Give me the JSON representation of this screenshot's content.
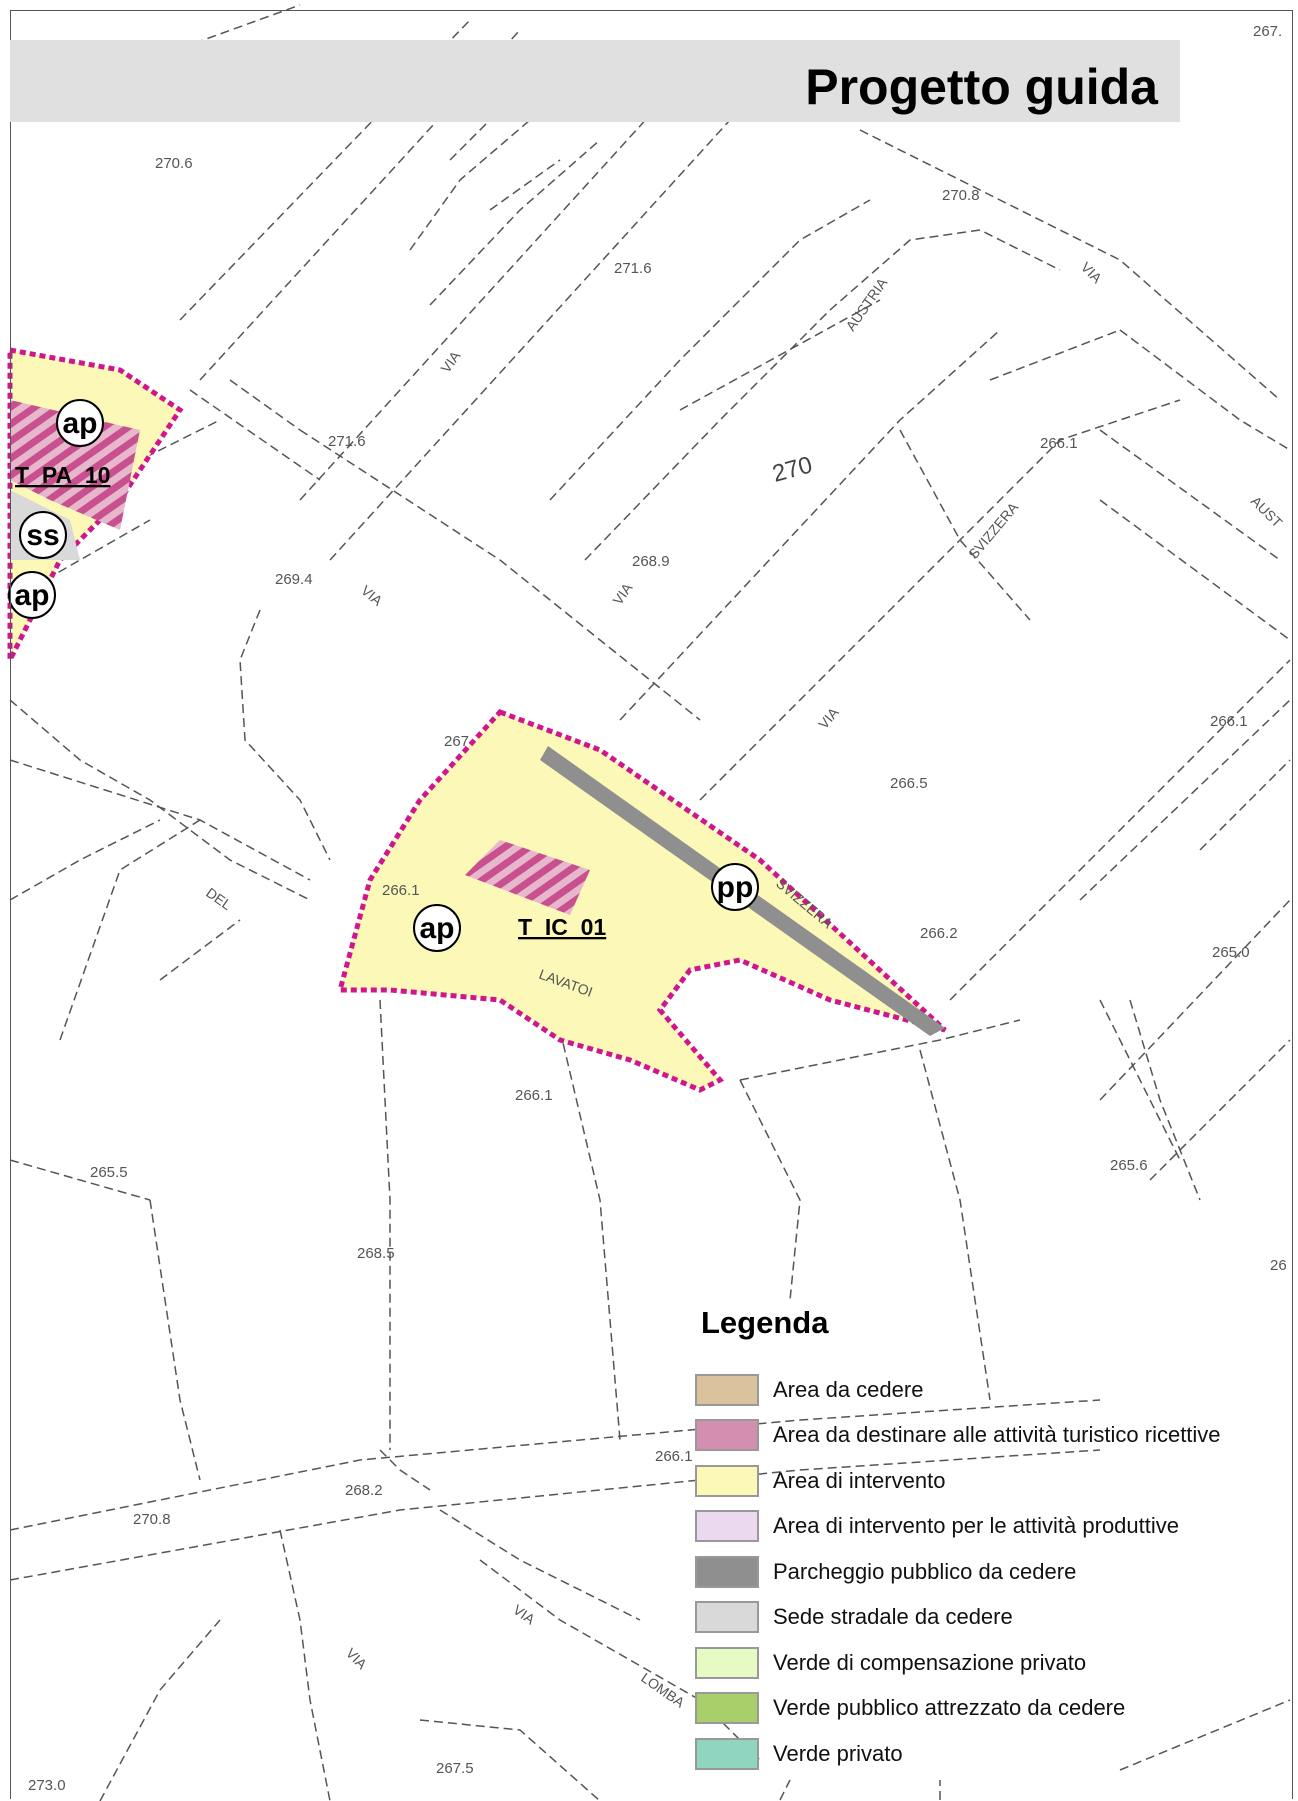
{
  "title": "Progetto guida",
  "map": {
    "spot_heights": [
      "270.6",
      "270.8",
      "271.6",
      "271.6",
      "266.1",
      "268.9",
      "269.4",
      "267",
      "266.1",
      "266.5",
      "266.1",
      "266.2",
      "265.0",
      "266.1",
      "265.5",
      "265.6",
      "268.5",
      "266.1",
      "268.2",
      "270.8",
      "267.5",
      "273.0",
      "267.",
      "26"
    ],
    "street_labels": [
      "VIA",
      "AUSTRIA",
      "VIA",
      "SVIZZERA",
      "VIA",
      "VIA",
      "VIA",
      "SVIZZERA",
      "DEL",
      "LAVATOI",
      "VIA",
      "VIA",
      "LOMBA",
      "AUST"
    ],
    "contour_label": "270",
    "zone_labels": [
      "T_PA_10",
      "T_IC_01"
    ],
    "markers": [
      "ap",
      "ss",
      "ap",
      "ap",
      "pp"
    ]
  },
  "legend": {
    "title": "Legenda",
    "items": [
      {
        "label": "Area da cedere",
        "color": "#d9c29c"
      },
      {
        "label": "Area da destinare alle attività turistico ricettive",
        "color": "#d48fb0"
      },
      {
        "label": "Area di intervento",
        "color": "#fbf8b8"
      },
      {
        "label": "Area di intervento per le attività produttive",
        "color": "#ead9ef"
      },
      {
        "label": "Parcheggio pubblico da cedere",
        "color": "#8f8f8f"
      },
      {
        "label": "Sede stradale da cedere",
        "color": "#d9d9d9"
      },
      {
        "label": "Verde di compensazione privato",
        "color": "#e6fbc4"
      },
      {
        "label": "Verde pubblico attrezzato da cedere",
        "color": "#a9cf6b"
      },
      {
        "label": "Verde privato",
        "color": "#8fd5c0"
      }
    ]
  },
  "colors": {
    "boundary": "#d0168e",
    "intervention_fill": "#fbf8b8",
    "hatch": "#c9508f",
    "parking": "#8f8f8f",
    "road_line": "#444444"
  }
}
